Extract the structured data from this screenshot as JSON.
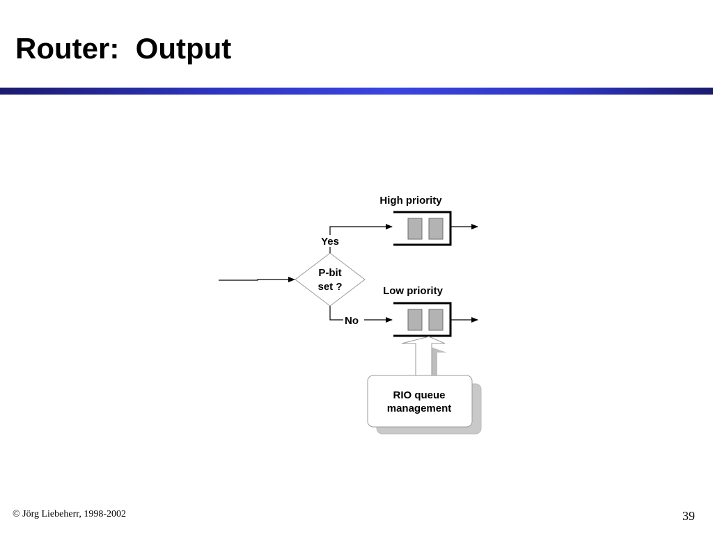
{
  "slide": {
    "title": "Router:  Output",
    "footer": "© Jörg Liebeherr, 1998-2002",
    "page_number": "39"
  },
  "diagram": {
    "decision": {
      "line1": "P-bit",
      "line2": "set ?"
    },
    "branch_yes": "Yes",
    "branch_no": "No",
    "queue_high": "High priority",
    "queue_low": "Low priority",
    "manager": {
      "line1": "RIO queue",
      "line2": "management"
    }
  },
  "colors": {
    "title_rule": "#2d35c0",
    "queue_packet": "#b3b3b3"
  }
}
